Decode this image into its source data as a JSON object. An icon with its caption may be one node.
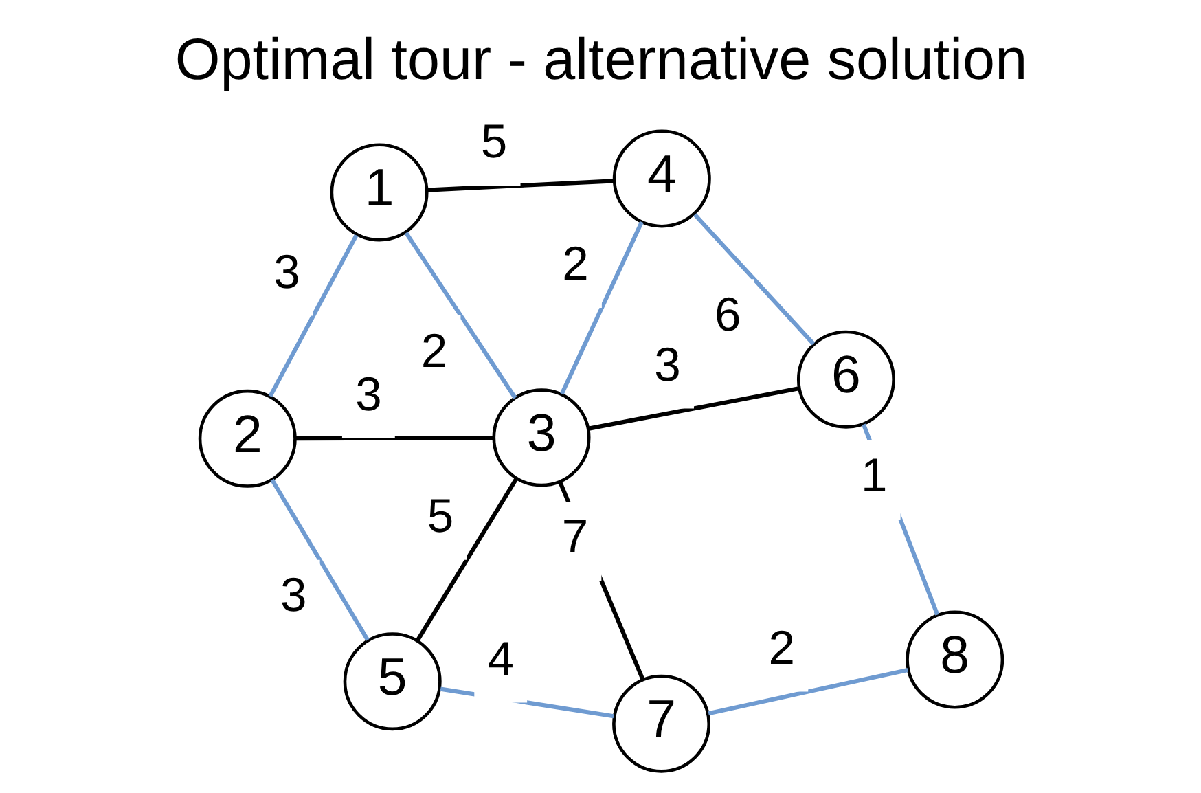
{
  "diagram": {
    "title": "Optimal tour - alternative solution",
    "nodes": [
      {
        "text": [
          "1"
        ]
      },
      {
        "text": [
          "2"
        ]
      },
      {
        "text": [
          "3"
        ]
      },
      {
        "text": [
          "4"
        ]
      },
      {
        "text": [
          "5"
        ]
      },
      {
        "text": [
          "6"
        ]
      },
      {
        "text": [
          "7"
        ]
      },
      {
        "text": [
          "8"
        ]
      }
    ],
    "edges": [
      {
        "from": 0,
        "to": 1,
        "arrow": "none",
        "label": "3"
      },
      {
        "from": 1,
        "to": 4,
        "arrow": "none",
        "label": "3"
      },
      {
        "from": 1,
        "to": 2,
        "arrow": "none",
        "label": "3",
        "color": "#000000"
      },
      {
        "from": 2,
        "to": 4,
        "arrow": "none",
        "label": "5",
        "color": "#000000"
      },
      {
        "from": 4,
        "to": 6,
        "arrow": "none",
        "label": "4"
      },
      {
        "from": 2,
        "to": 6,
        "arrow": "none",
        "label": "7",
        "color": "#000000"
      },
      {
        "from": 0,
        "to": 2,
        "arrow": "none",
        "label": "2"
      },
      {
        "from": 2,
        "to": 5,
        "arrow": "none",
        "label": "3",
        "color": "#000000"
      },
      {
        "from": 0,
        "to": 3,
        "arrow": "none",
        "label": "5",
        "color": "#000000"
      },
      {
        "from": 2,
        "to": 3,
        "arrow": "none",
        "label": "2"
      },
      {
        "from": 3,
        "to": 5,
        "arrow": "none",
        "label": "6"
      },
      {
        "from": 5,
        "to": 7,
        "arrow": "none",
        "label": "1"
      },
      {
        "from": 6,
        "to": 7,
        "arrow": "none",
        "label": "2"
      }
    ]
  }
}
